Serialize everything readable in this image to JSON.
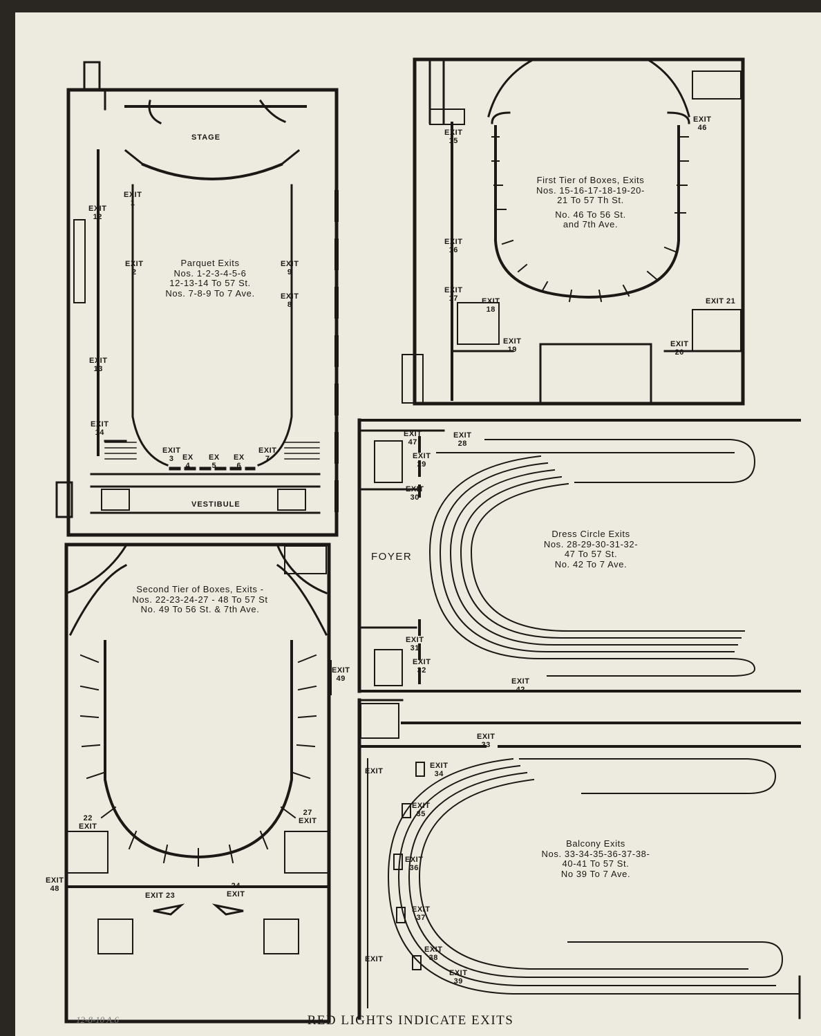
{
  "footer": "RED LIGHTS INDICATE EXITS",
  "archive_mark": "12-8-10 A.6",
  "colors": {
    "paper": "#edeadf",
    "ink": "#1b1815",
    "background": "#2a2723"
  },
  "parquet": {
    "stage": "STAGE",
    "vestibule": "VESTIBULE",
    "title": "Parquet Exits",
    "line1": "Nos. 1-2-3-4-5-6",
    "line2": "12-13-14 To 57 St.",
    "line3": "Nos. 7-8-9 To 7 Ave.",
    "exit_word": "EXIT",
    "ex_word": "EX",
    "n1": "1",
    "n2": "2",
    "n3": "3",
    "n4": "4",
    "n5": "5",
    "n6": "6",
    "n7": "7",
    "n8": "8",
    "n9": "9",
    "n12": "12",
    "n13": "13",
    "n14": "14"
  },
  "first_tier": {
    "title": "First Tier of Boxes, Exits",
    "line1": "Nos. 15-16-17-18-19-20-",
    "line2": "21 To 57 Th St.",
    "line3": "No. 46 To 56 St.",
    "line4": "and 7th Ave.",
    "exit_word": "EXIT",
    "n15": "15",
    "n16": "16",
    "n17": "17",
    "n18": "18",
    "n19": "19",
    "n20": "20",
    "n46": "46",
    "exit21": "EXIT 21"
  },
  "dress_circle": {
    "foyer": "FOYER",
    "title": "Dress Circle Exits",
    "line1": "Nos. 28-29-30-31-32-",
    "line2": "47 To 57 St.",
    "line3": "No. 42 To 7 Ave.",
    "exit_word": "EXIT",
    "n28": "28",
    "n29": "29",
    "n30": "30",
    "n31": "31",
    "n32": "32",
    "n42": "42",
    "n47": "47"
  },
  "second_tier": {
    "title": "Second Tier of Boxes, Exits -",
    "line1": "Nos. 22-23-24-27 - 48 To 57 St",
    "line2": "No. 49 To 56 St. & 7th Ave.",
    "exit_word": "EXIT",
    "n22": "22",
    "n24": "24",
    "n27": "27",
    "n48": "48",
    "n49": "49",
    "exit23": "EXIT 23"
  },
  "balcony": {
    "title": "Balcony Exits",
    "line1": "Nos. 33-34-35-36-37-38-",
    "line2": "40-41 To 57 St.",
    "line3": "No 39 To 7 Ave.",
    "exit_word": "EXIT",
    "n33": "33",
    "n34": "34",
    "n35": "35",
    "n36": "36",
    "n37": "37",
    "n38": "38",
    "n39": "39"
  }
}
